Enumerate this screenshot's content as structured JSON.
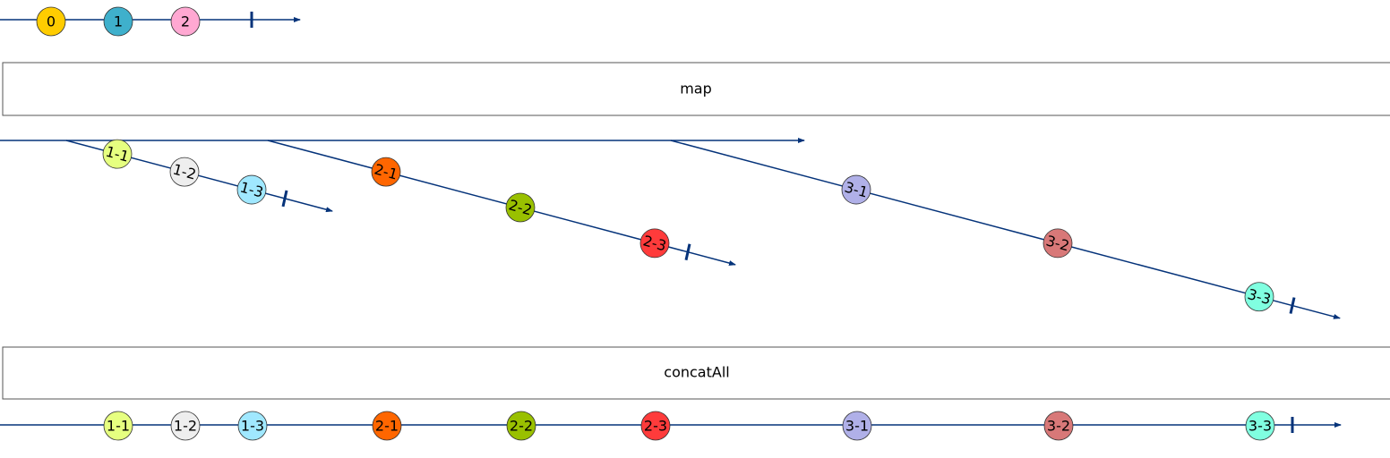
{
  "theme": {
    "line_color": "#05337a",
    "box_border": "#555555"
  },
  "source": {
    "marbles": [
      {
        "label": "0",
        "color": "#ffcc00"
      },
      {
        "label": "1",
        "color": "#3fb0cc"
      },
      {
        "label": "2",
        "color": "#ffa8d2"
      }
    ]
  },
  "operators": [
    {
      "name": "map"
    },
    {
      "name": "concatAll"
    }
  ],
  "inner_streams": [
    {
      "marbles": [
        {
          "label": "1-1",
          "color": "#e6ff80"
        },
        {
          "label": "1-2",
          "color": "#eeeeee"
        },
        {
          "label": "1-3",
          "color": "#a0e8ff"
        }
      ]
    },
    {
      "marbles": [
        {
          "label": "2-1",
          "color": "#ff6600"
        },
        {
          "label": "2-2",
          "color": "#99c000"
        },
        {
          "label": "2-3",
          "color": "#ff3b3b"
        }
      ]
    },
    {
      "marbles": [
        {
          "label": "3-1",
          "color": "#b0b0e8"
        },
        {
          "label": "3-2",
          "color": "#d87878"
        },
        {
          "label": "3-3",
          "color": "#80ffe0"
        }
      ]
    }
  ],
  "output": {
    "marbles": [
      {
        "label": "1-1",
        "color": "#e6ff80"
      },
      {
        "label": "1-2",
        "color": "#eeeeee"
      },
      {
        "label": "1-3",
        "color": "#a0e8ff"
      },
      {
        "label": "2-1",
        "color": "#ff6600"
      },
      {
        "label": "2-2",
        "color": "#99c000"
      },
      {
        "label": "2-3",
        "color": "#ff3b3b"
      },
      {
        "label": "3-1",
        "color": "#b0b0e8"
      },
      {
        "label": "3-2",
        "color": "#d87878"
      },
      {
        "label": "3-3",
        "color": "#80ffe0"
      }
    ]
  }
}
